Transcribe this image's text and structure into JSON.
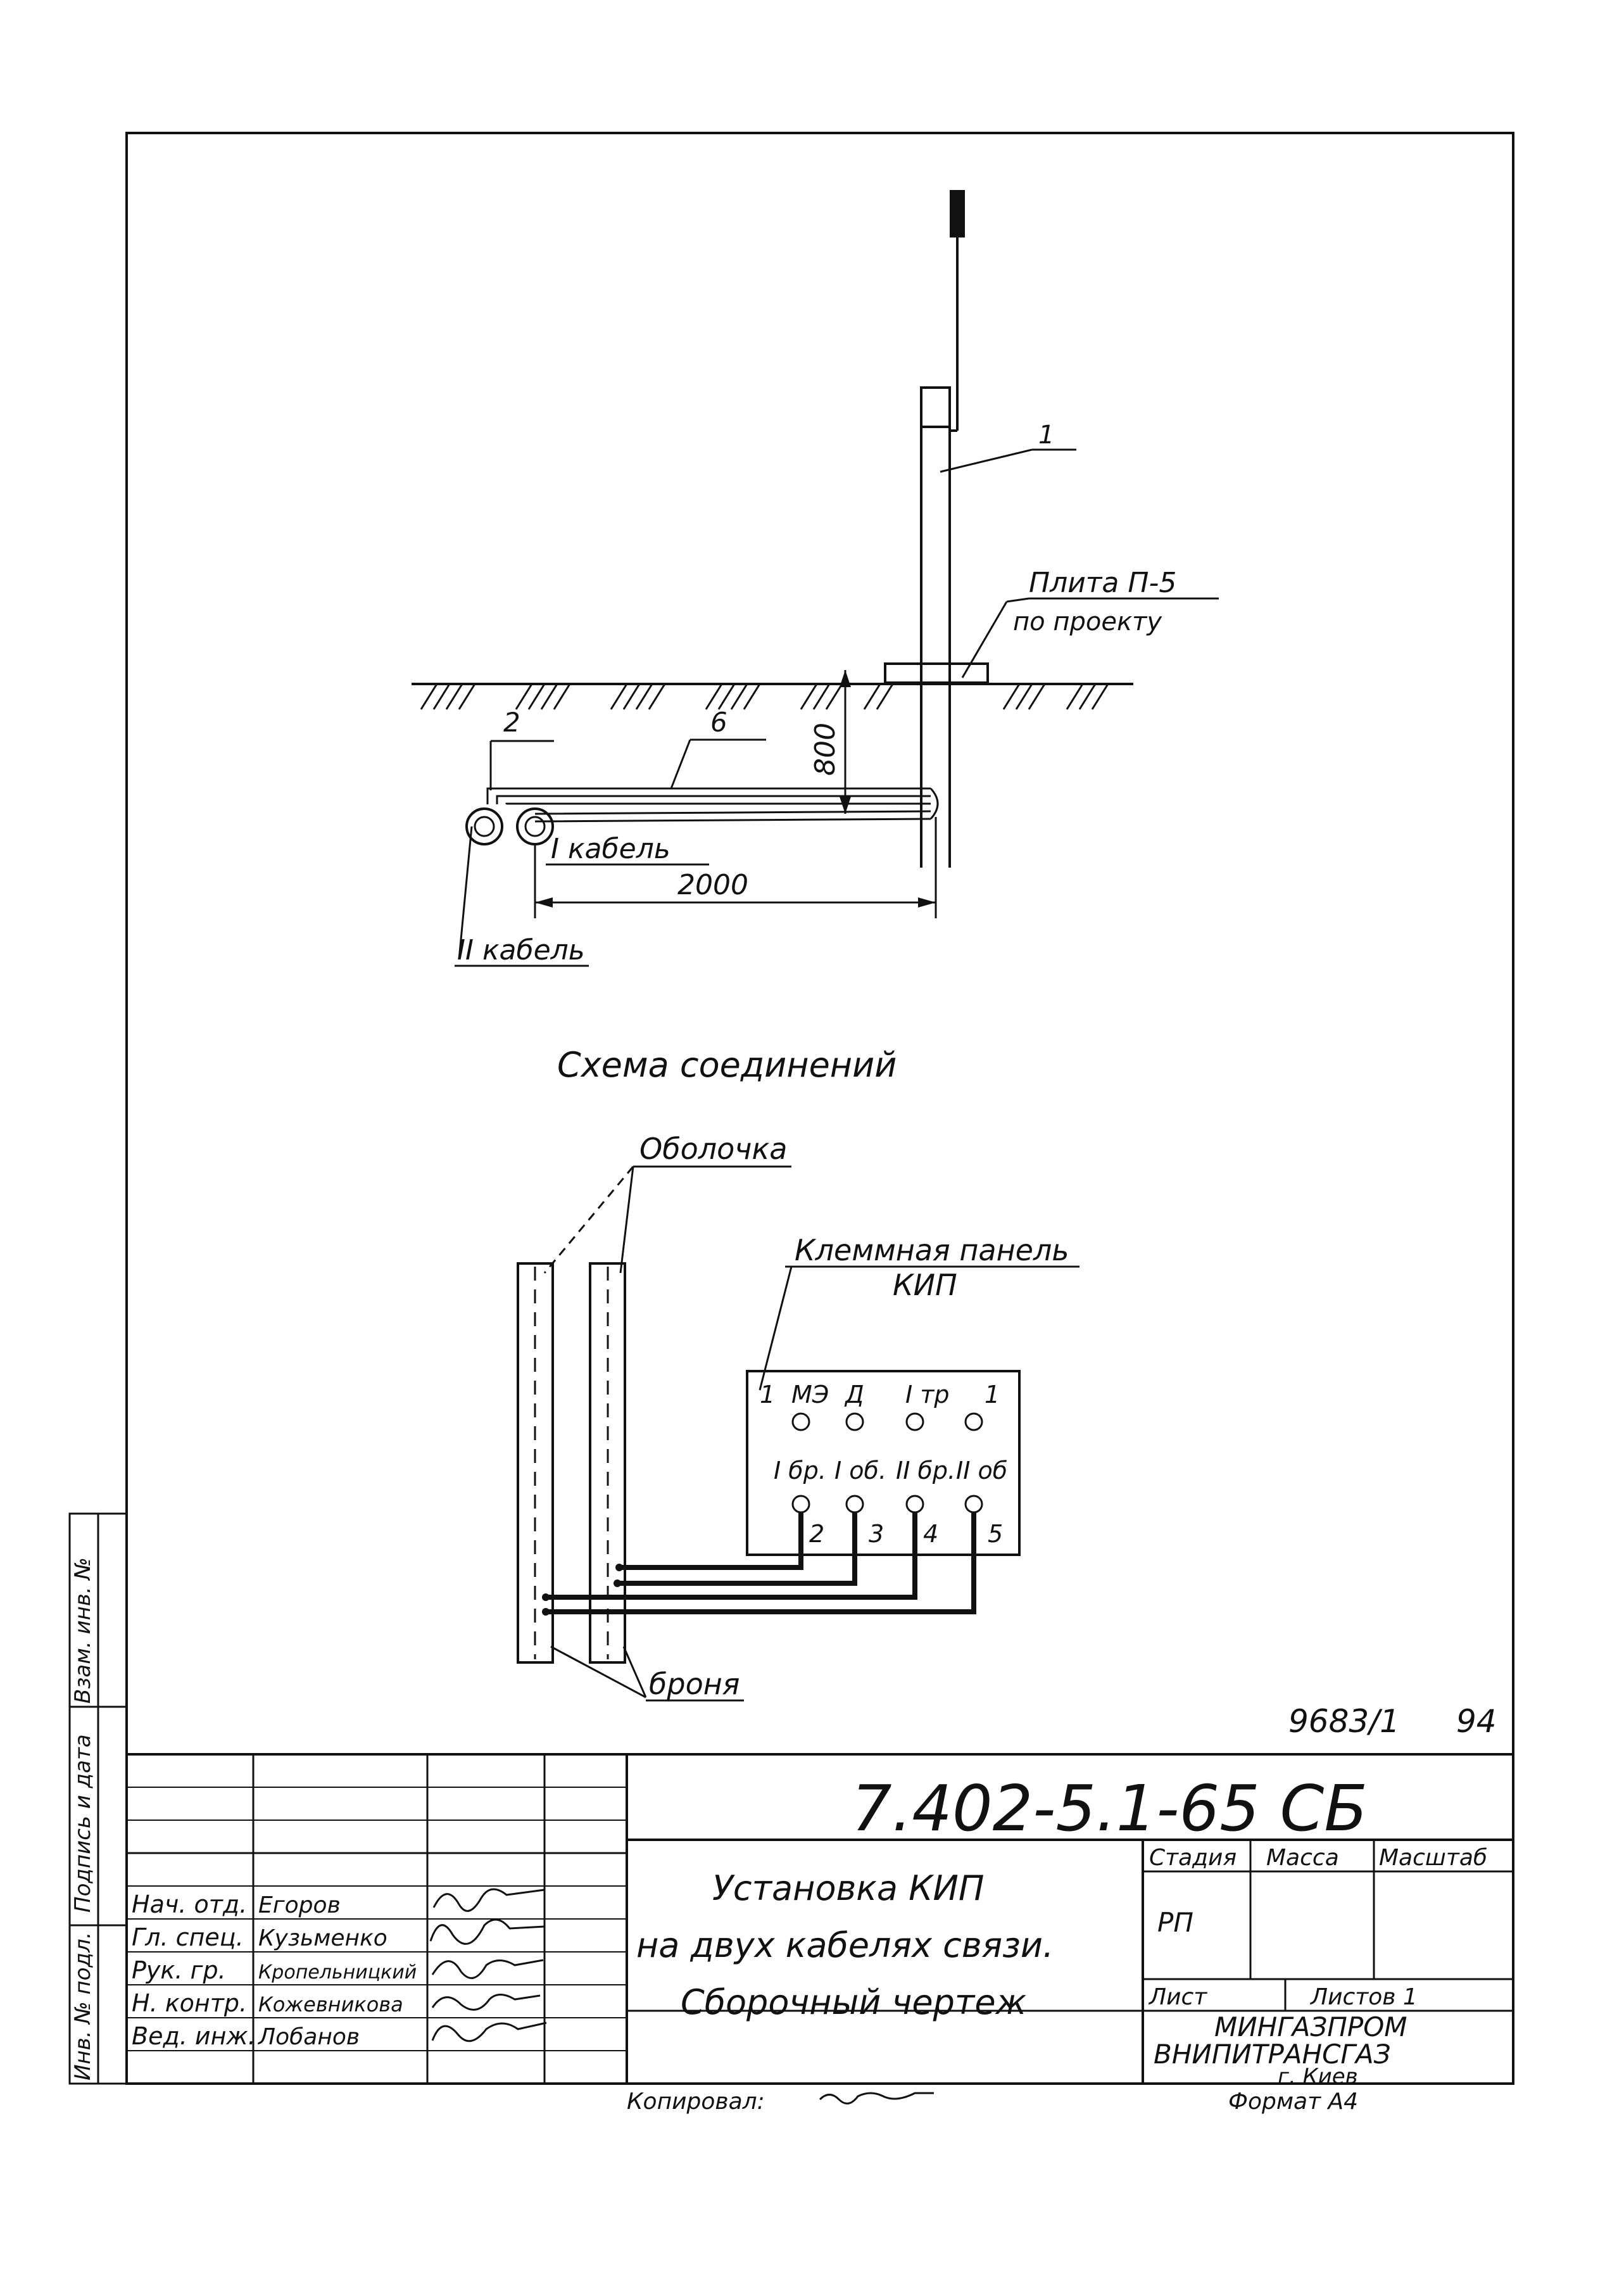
{
  "elevation": {
    "pole_mark": "1",
    "plate_title": "Плита П-5",
    "plate_sub": "по проекту",
    "mark_2": "2",
    "mark_6": "6",
    "depth": "800",
    "cable_1": "I кабель",
    "cable_2": "II кабель",
    "length": "2000"
  },
  "scheme": {
    "title": "Схема соединений",
    "sheath": "Оболочка",
    "panel_line1": "Клеммная панель",
    "panel_line2": "КИП",
    "armor": "броня",
    "top_terminals": [
      "1",
      "МЭ",
      "Д",
      "I тр",
      "1"
    ],
    "mid_labels": [
      "I бр.",
      "I об.",
      "II бр.",
      "II об"
    ],
    "bottom_numbers": [
      "2",
      "3",
      "4",
      "5"
    ]
  },
  "stamp": {
    "inventory_no": "9683/1",
    "sheet_ref": "94",
    "designation": "7.402-5.1-65 СБ",
    "title_line1": "Установка КИП",
    "title_line2": "на двух кабелях связи.",
    "title_line3": "Сборочный чертеж",
    "stage_header": "Стадия",
    "mass_header": "Масса",
    "scale_header": "Масштаб",
    "stage_value": "РП",
    "sheet_label": "Лист",
    "sheets_label": "Листов 1",
    "org_line1": "МИНГАЗПРОМ",
    "org_line2": "ВНИПИТРАНСГАЗ",
    "org_line3": "г. Киев",
    "format": "Формат А4",
    "copied": "Копировал:",
    "roles": [
      "Нач. отд.",
      "Гл. спец.",
      "Рук. гр.",
      "Н. контр.",
      "Вед. инж."
    ],
    "names": [
      "Егоров",
      "Кузьменко",
      "Кропельницкий",
      "Кожевникова",
      "Лобанов"
    ],
    "side_labels": [
      "Взам. инв. №",
      "Подпись и дата",
      "Инв. № подл."
    ]
  }
}
